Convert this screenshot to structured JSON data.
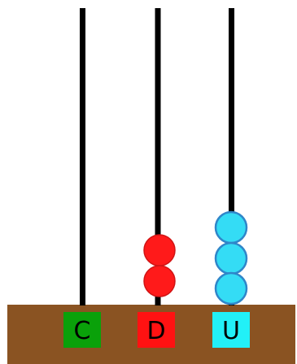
{
  "abacus": {
    "rods": [
      {
        "label": "C",
        "label_bg": "#0aa10a",
        "bead_count": 0,
        "bead_color": "#ff1a1a"
      },
      {
        "label": "D",
        "label_bg": "#ff1212",
        "bead_count": 2,
        "bead_color": "#ff1a1a"
      },
      {
        "label": "U",
        "label_bg": "#22f0f7",
        "bead_count": 3,
        "bead_color": "#34dcf5"
      }
    ],
    "base_color": "#8a5322",
    "rod_color": "#000000",
    "bead_outline": {
      "D": "#d11414",
      "U": "#2f86c9"
    }
  }
}
